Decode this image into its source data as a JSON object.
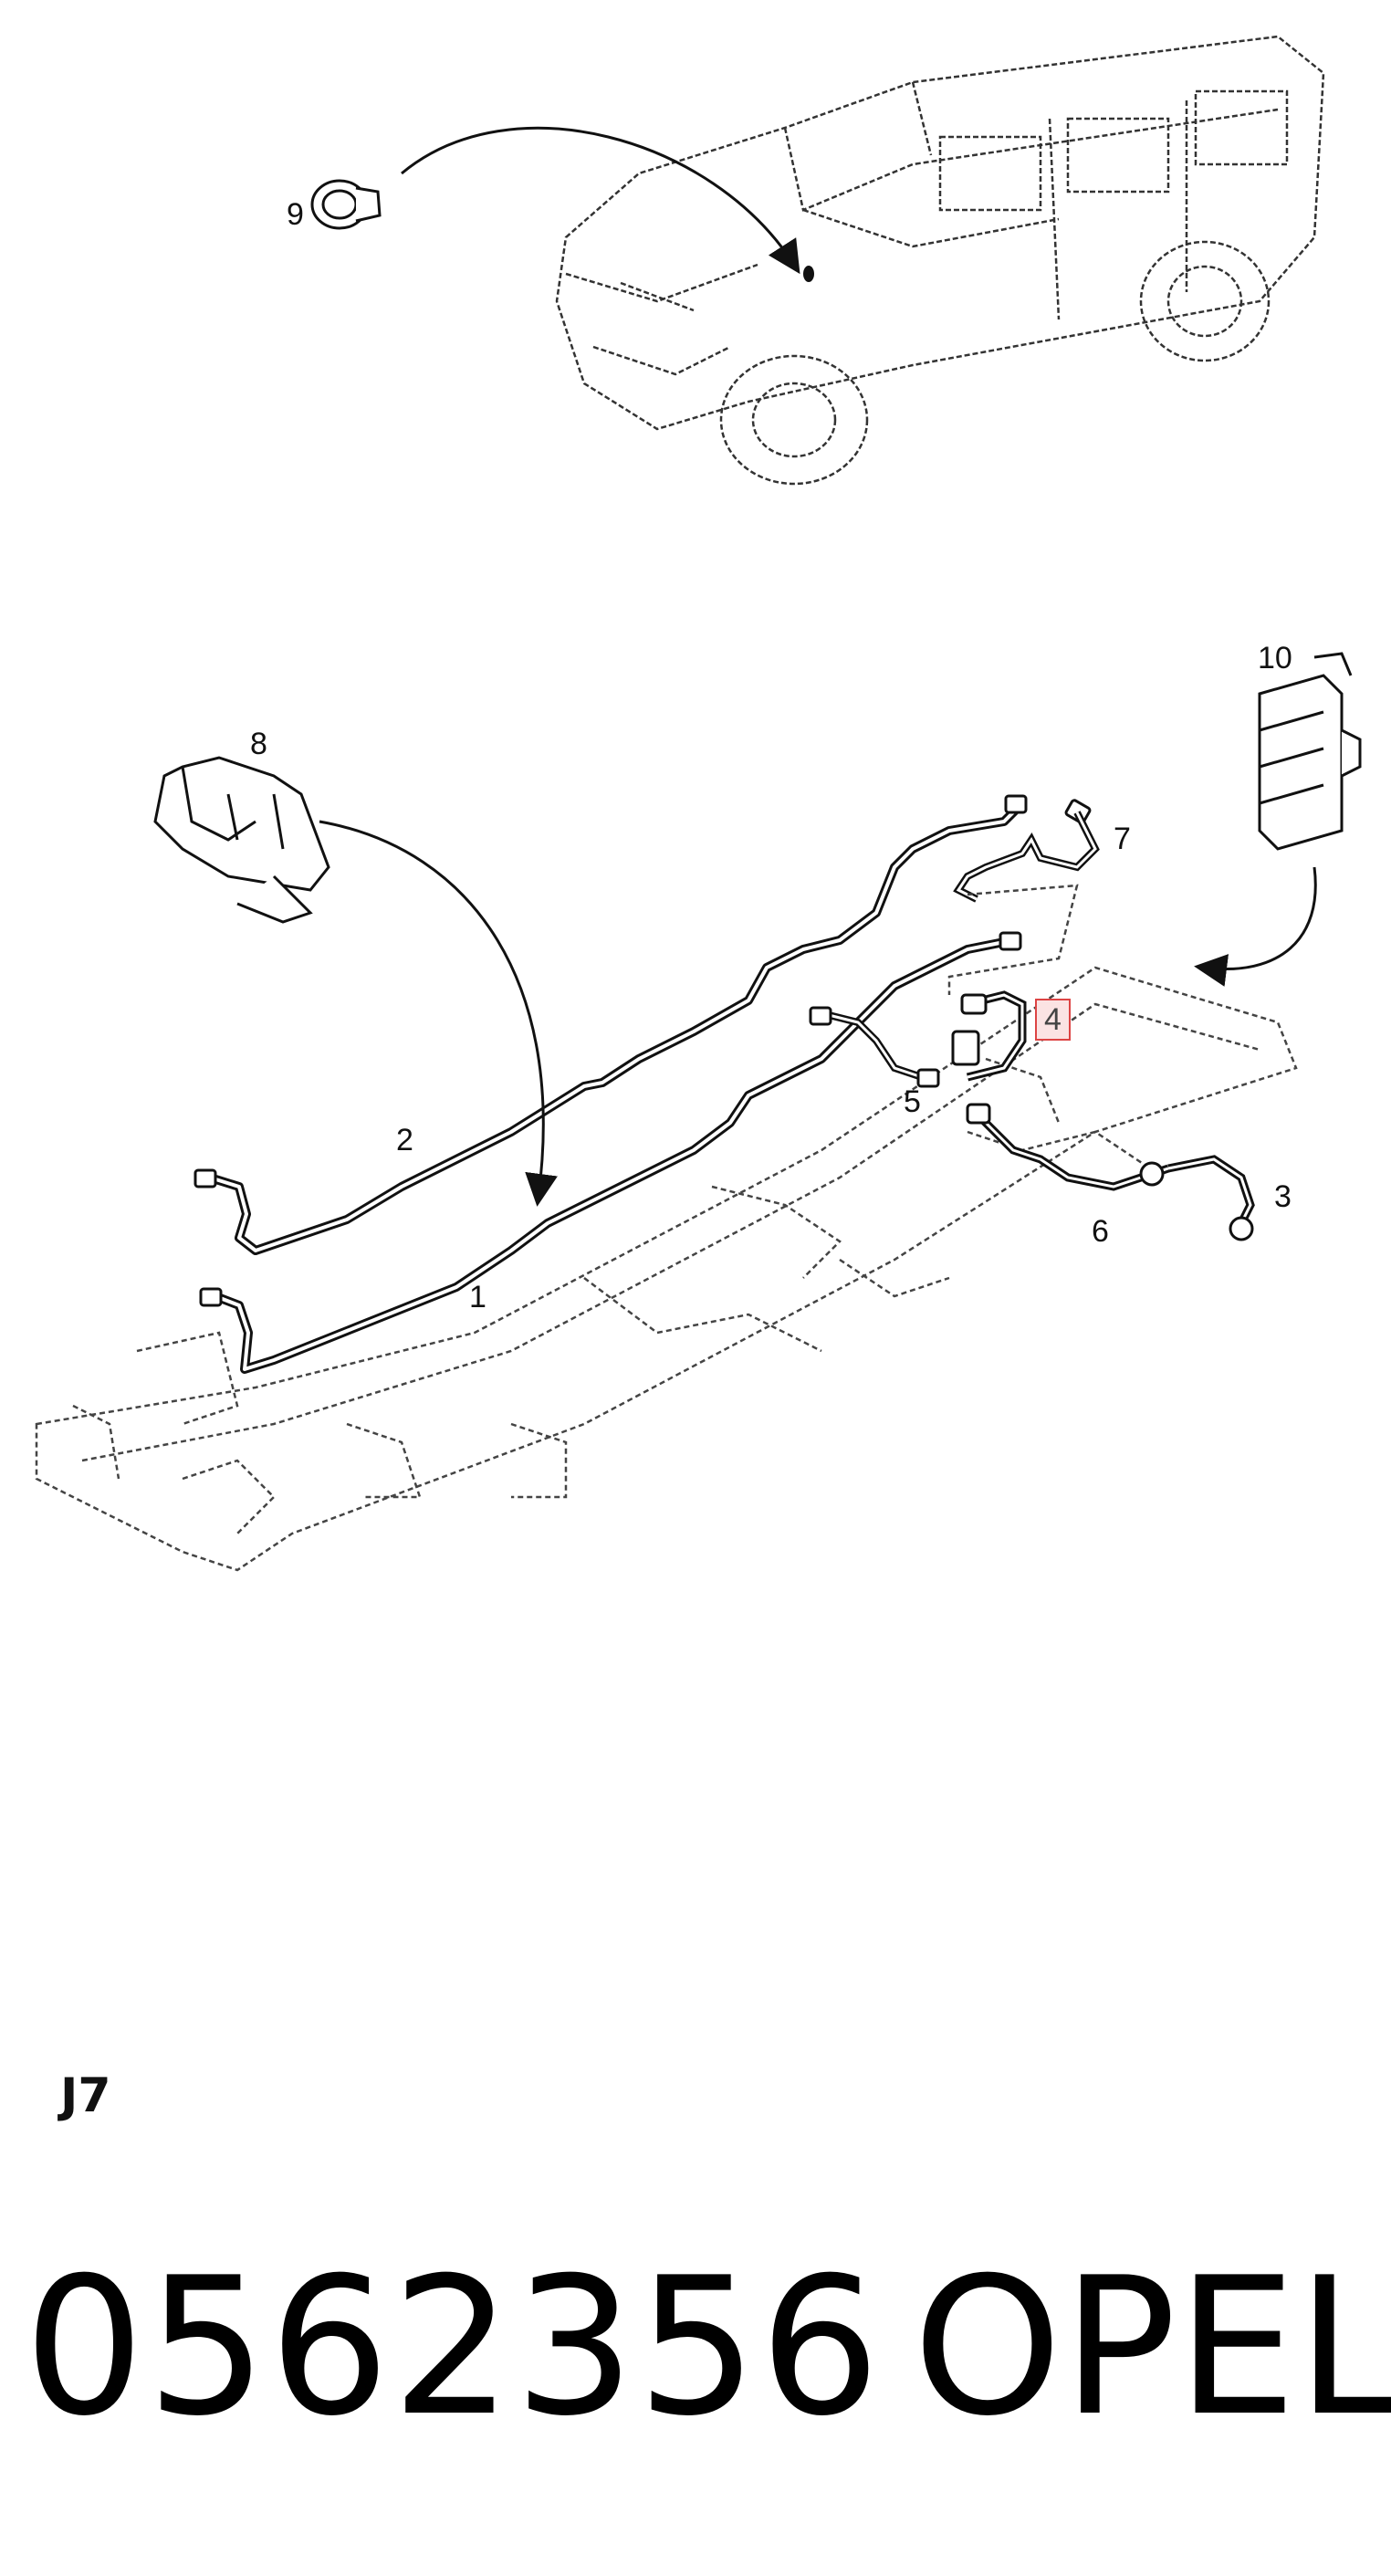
{
  "callouts": {
    "c1": "1",
    "c2": "2",
    "c3": "3",
    "c4": "4",
    "c5": "5",
    "c6": "6",
    "c7": "7",
    "c8": "8",
    "c9": "9",
    "c10": "10"
  },
  "highlighted_callout": "4",
  "diagram_code": "J7",
  "part_number": "0562356",
  "brand": "OPEL",
  "colors": {
    "line": "#111111",
    "dashed": "#444444",
    "highlight_border": "#dd4444",
    "highlight_fill": "#fbe3e3"
  }
}
